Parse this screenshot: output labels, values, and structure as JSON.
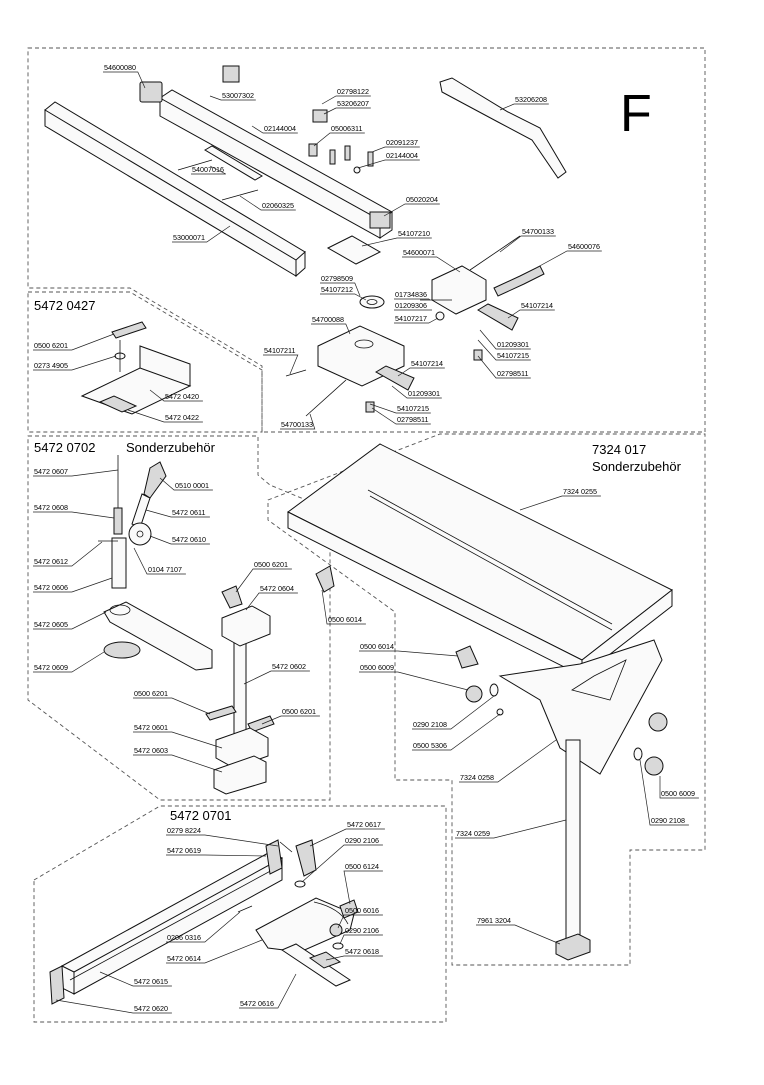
{
  "sheet_letter": "F",
  "groups": {
    "g427": "5472 0427",
    "g702": "5472 0702",
    "g702_note": "Sonderzubehör",
    "g7324": "7324 017",
    "g7324_note": "Sonderzubehör",
    "g701": "5472 0701"
  },
  "labels": [
    {
      "id": "l01",
      "text": "54600080"
    },
    {
      "id": "l02",
      "text": "53007302"
    },
    {
      "id": "l03",
      "text": "02798122"
    },
    {
      "id": "l04",
      "text": "53206207"
    },
    {
      "id": "l05",
      "text": "53206208"
    },
    {
      "id": "l06",
      "text": "02144004"
    },
    {
      "id": "l07",
      "text": "05006311"
    },
    {
      "id": "l08",
      "text": "02091237"
    },
    {
      "id": "l09",
      "text": "02144004"
    },
    {
      "id": "l10",
      "text": "54007016"
    },
    {
      "id": "l11",
      "text": "02060325"
    },
    {
      "id": "l12",
      "text": "05020204"
    },
    {
      "id": "l13",
      "text": "53000071"
    },
    {
      "id": "l14",
      "text": "54107210"
    },
    {
      "id": "l15",
      "text": "54700133"
    },
    {
      "id": "l16",
      "text": "54600071"
    },
    {
      "id": "l17",
      "text": "54600076"
    },
    {
      "id": "l18",
      "text": "02798509"
    },
    {
      "id": "l19",
      "text": "54107212"
    },
    {
      "id": "l20",
      "text": "01734836"
    },
    {
      "id": "l21",
      "text": "01209306"
    },
    {
      "id": "l22",
      "text": "54107217"
    },
    {
      "id": "l23",
      "text": "54107214"
    },
    {
      "id": "l24",
      "text": "54700088"
    },
    {
      "id": "l25",
      "text": "01209301"
    },
    {
      "id": "l26",
      "text": "54107215"
    },
    {
      "id": "l27",
      "text": "02798511"
    },
    {
      "id": "l28",
      "text": "54107211"
    },
    {
      "id": "l29",
      "text": "54107214"
    },
    {
      "id": "l30",
      "text": "01209301"
    },
    {
      "id": "l31",
      "text": "54107215"
    },
    {
      "id": "l32",
      "text": "02798511"
    },
    {
      "id": "l33",
      "text": "54700133"
    },
    {
      "id": "l34",
      "text": "0500 6201"
    },
    {
      "id": "l35",
      "text": "0273 4905"
    },
    {
      "id": "l36",
      "text": "5472 0420"
    },
    {
      "id": "l37",
      "text": "5472 0422"
    },
    {
      "id": "l38",
      "text": "5472 0607"
    },
    {
      "id": "l39",
      "text": "0510 0001"
    },
    {
      "id": "l40",
      "text": "5472 0608"
    },
    {
      "id": "l41",
      "text": "5472 0611"
    },
    {
      "id": "l42",
      "text": "5472 0610"
    },
    {
      "id": "l43",
      "text": "5472 0612"
    },
    {
      "id": "l44",
      "text": "0104 7107"
    },
    {
      "id": "l45",
      "text": "5472 0606"
    },
    {
      "id": "l46",
      "text": "0500 6201"
    },
    {
      "id": "l47",
      "text": "5472 0604"
    },
    {
      "id": "l48",
      "text": "5472 0605"
    },
    {
      "id": "l49",
      "text": "5472 0609"
    },
    {
      "id": "l50",
      "text": "5472 0602"
    },
    {
      "id": "l51",
      "text": "0500 6201"
    },
    {
      "id": "l52",
      "text": "0500 6201"
    },
    {
      "id": "l53",
      "text": "5472 0601"
    },
    {
      "id": "l54",
      "text": "5472 0603"
    },
    {
      "id": "l55",
      "text": "7324 0255"
    },
    {
      "id": "l56",
      "text": "0500 6014"
    },
    {
      "id": "l57",
      "text": "0500 6014"
    },
    {
      "id": "l58",
      "text": "0500 6009"
    },
    {
      "id": "l59",
      "text": "0290 2108"
    },
    {
      "id": "l60",
      "text": "0500 5306"
    },
    {
      "id": "l61",
      "text": "7324 0258"
    },
    {
      "id": "l62",
      "text": "0500 6009"
    },
    {
      "id": "l63",
      "text": "0290 2108"
    },
    {
      "id": "l64",
      "text": "7324 0259"
    },
    {
      "id": "l65",
      "text": "7961 3204"
    },
    {
      "id": "l66",
      "text": "5472 0617"
    },
    {
      "id": "l67",
      "text": "0279 8224"
    },
    {
      "id": "l68",
      "text": "0290 2106"
    },
    {
      "id": "l69",
      "text": "5472 0619"
    },
    {
      "id": "l70",
      "text": "0500 6124"
    },
    {
      "id": "l71",
      "text": "0500 6016"
    },
    {
      "id": "l72",
      "text": "0206 0316"
    },
    {
      "id": "l73",
      "text": "0290 2106"
    },
    {
      "id": "l74",
      "text": "5472 0614"
    },
    {
      "id": "l75",
      "text": "5472 0618"
    },
    {
      "id": "l76",
      "text": "5472 0615"
    },
    {
      "id": "l77",
      "text": "5472 0616"
    },
    {
      "id": "l78",
      "text": "5472 0620"
    }
  ]
}
